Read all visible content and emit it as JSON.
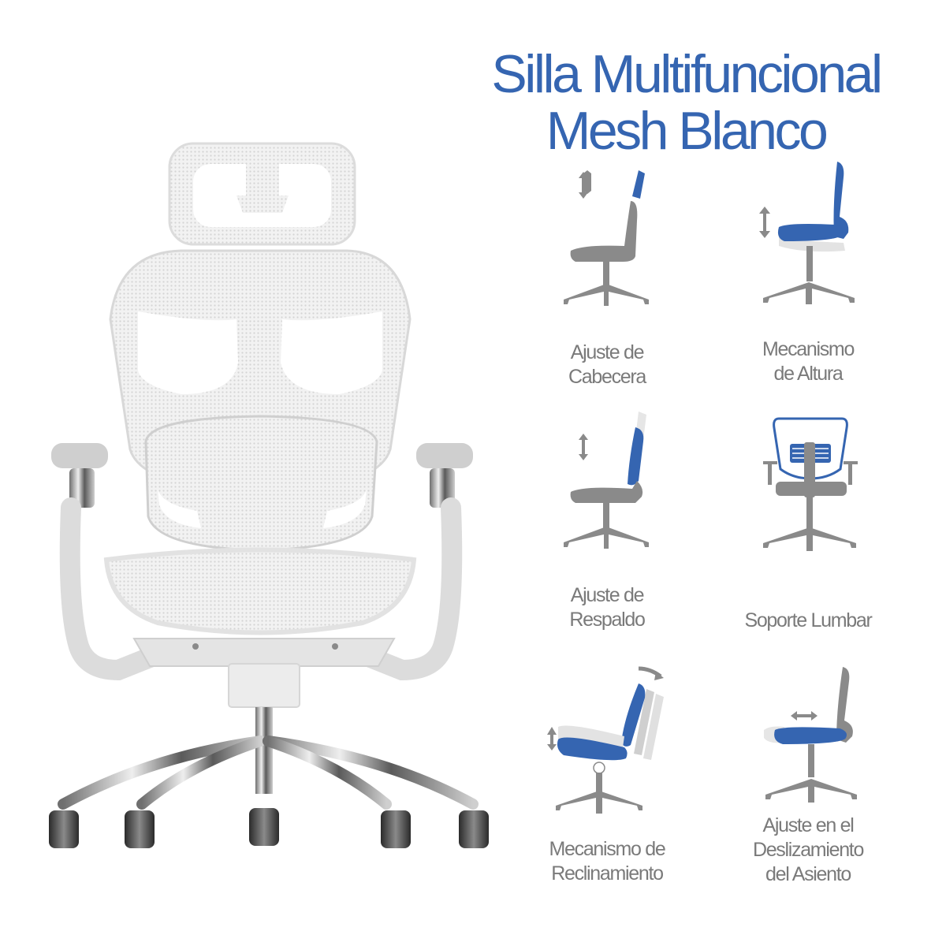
{
  "title": {
    "line1": "Silla Multifuncional",
    "line2": "Mesh Blanco",
    "color": "#3565b1"
  },
  "product": {
    "image_alt": "white-mesh-ergonomic-office-chair",
    "colors": {
      "mesh": "#e6e6e6",
      "frame": "#d9d9d9",
      "chrome": "#9a9a9a",
      "caster": "#3a3a3a"
    }
  },
  "features": [
    {
      "label_line1": "Ajuste de",
      "label_line2": "Cabecera",
      "label_line3": "",
      "icon": "headrest-adjust-icon"
    },
    {
      "label_line1": "Mecanismo",
      "label_line2": "de Altura",
      "label_line3": "",
      "icon": "height-mechanism-icon"
    },
    {
      "label_line1": "Ajuste de",
      "label_line2": "Respaldo",
      "label_line3": "",
      "icon": "backrest-adjust-icon"
    },
    {
      "label_line1": "Soporte Lumbar",
      "label_line2": "",
      "label_line3": "",
      "icon": "lumbar-support-icon"
    },
    {
      "label_line1": "Mecanismo de",
      "label_line2": "Reclinamiento",
      "label_line3": "",
      "icon": "recline-mechanism-icon"
    },
    {
      "label_line1": "Ajuste en el",
      "label_line2": "Deslizamiento",
      "label_line3": "del Asiento",
      "icon": "seat-slide-icon"
    }
  ],
  "icon_colors": {
    "highlight": "#3565b1",
    "base": "#8a8a8a",
    "ghost": "#d8d8d8"
  }
}
